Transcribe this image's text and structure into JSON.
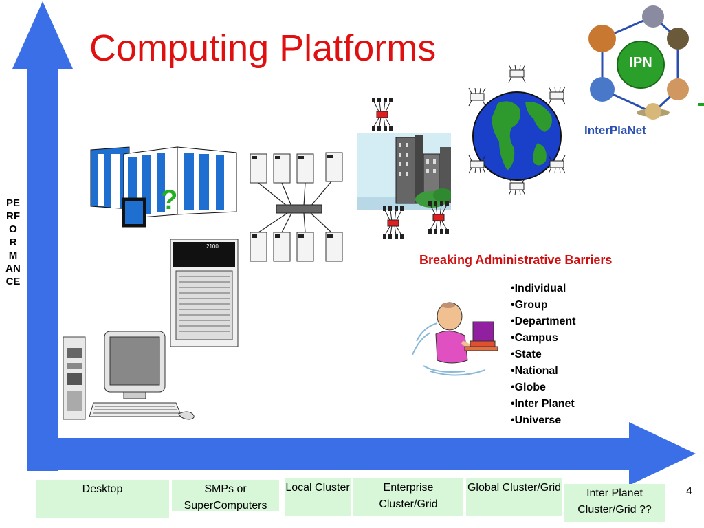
{
  "title": "Computing Platforms",
  "axis_label": "PERFORMANCE",
  "barriers": {
    "heading": "Breaking Administrative Barriers",
    "items": [
      "•Individual",
      "•Group",
      "•Department",
      "•Campus",
      "•State",
      "•National",
      "•Globe",
      "•Inter Planet",
      "•Universe"
    ]
  },
  "categories": [
    {
      "label": "Desktop"
    },
    {
      "label": "SMPs or SuperComputers"
    },
    {
      "label": "Local Cluster"
    },
    {
      "label": "Enterprise Cluster/Grid"
    },
    {
      "label": "Global Cluster/Grid"
    },
    {
      "label": "Inter Planet Cluster/Grid ??"
    }
  ],
  "supercomputer_mark": "?",
  "server_label": "2100",
  "ipn_logo": {
    "center_text": "IPN",
    "name": "InterPlaNet"
  },
  "page_number": "4",
  "colors": {
    "axis": "#3a6fe8",
    "title": "#e01010",
    "category_bg": "#d8f7d8",
    "barrier_heading": "#d01010"
  },
  "icons": [
    "desktop-computer-icon",
    "supercomputer-icon",
    "server-icon",
    "cluster-network-icon",
    "city-buildings-icon",
    "globe-icon",
    "person-at-computer-icon",
    "ipn-logo-icon"
  ]
}
